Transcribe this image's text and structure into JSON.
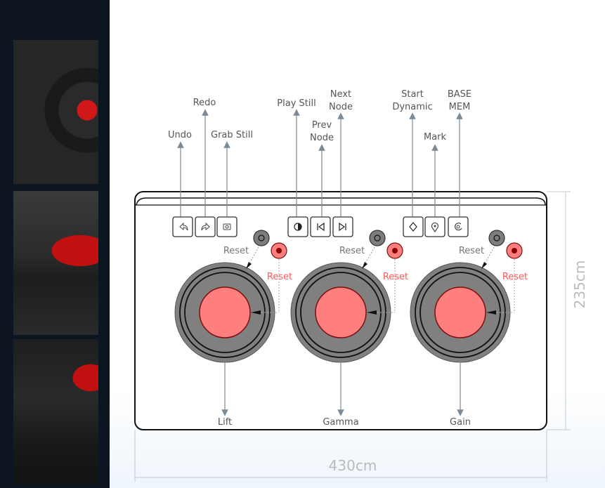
{
  "sidebar": {
    "thumbnails": [
      "thumbnail-1",
      "thumbnail-2",
      "thumbnail-3"
    ]
  },
  "buttons": {
    "undo": {
      "label": "Undo",
      "icon": "undo-icon"
    },
    "redo": {
      "label": "Redo",
      "icon": "redo-icon"
    },
    "grab_still": {
      "label": "Grab Still",
      "icon": "camera-icon"
    },
    "play_still": {
      "label": "Play Still",
      "icon": "half-circle-icon"
    },
    "prev_node": {
      "line1": "Prev",
      "line2": "Node",
      "icon": "prev-icon"
    },
    "next_node": {
      "line1": "Next",
      "line2": "Node",
      "icon": "next-icon"
    },
    "start_dynamic": {
      "line1": "Start",
      "line2": "Dynamic",
      "icon": "diamond-icon"
    },
    "mark": {
      "label": "Mark",
      "icon": "pin-icon"
    },
    "base_mem": {
      "line1": "BASE",
      "line2": "MEM",
      "icon": "mem-icon"
    }
  },
  "trackballs": [
    {
      "name": "Lift",
      "reset_ring": "Reset",
      "reset_ball": "Reset"
    },
    {
      "name": "Gamma",
      "reset_ring": "Reset",
      "reset_ball": "Reset"
    },
    {
      "name": "Gain",
      "reset_ring": "Reset",
      "reset_ball": "Reset"
    }
  ],
  "dimensions": {
    "width": "430cm",
    "height": "235cm"
  },
  "colors": {
    "ball": "#ff7f7f",
    "ring": "#808080",
    "reset_red": "#ff5a5a",
    "dim": "#b8bcc0"
  }
}
